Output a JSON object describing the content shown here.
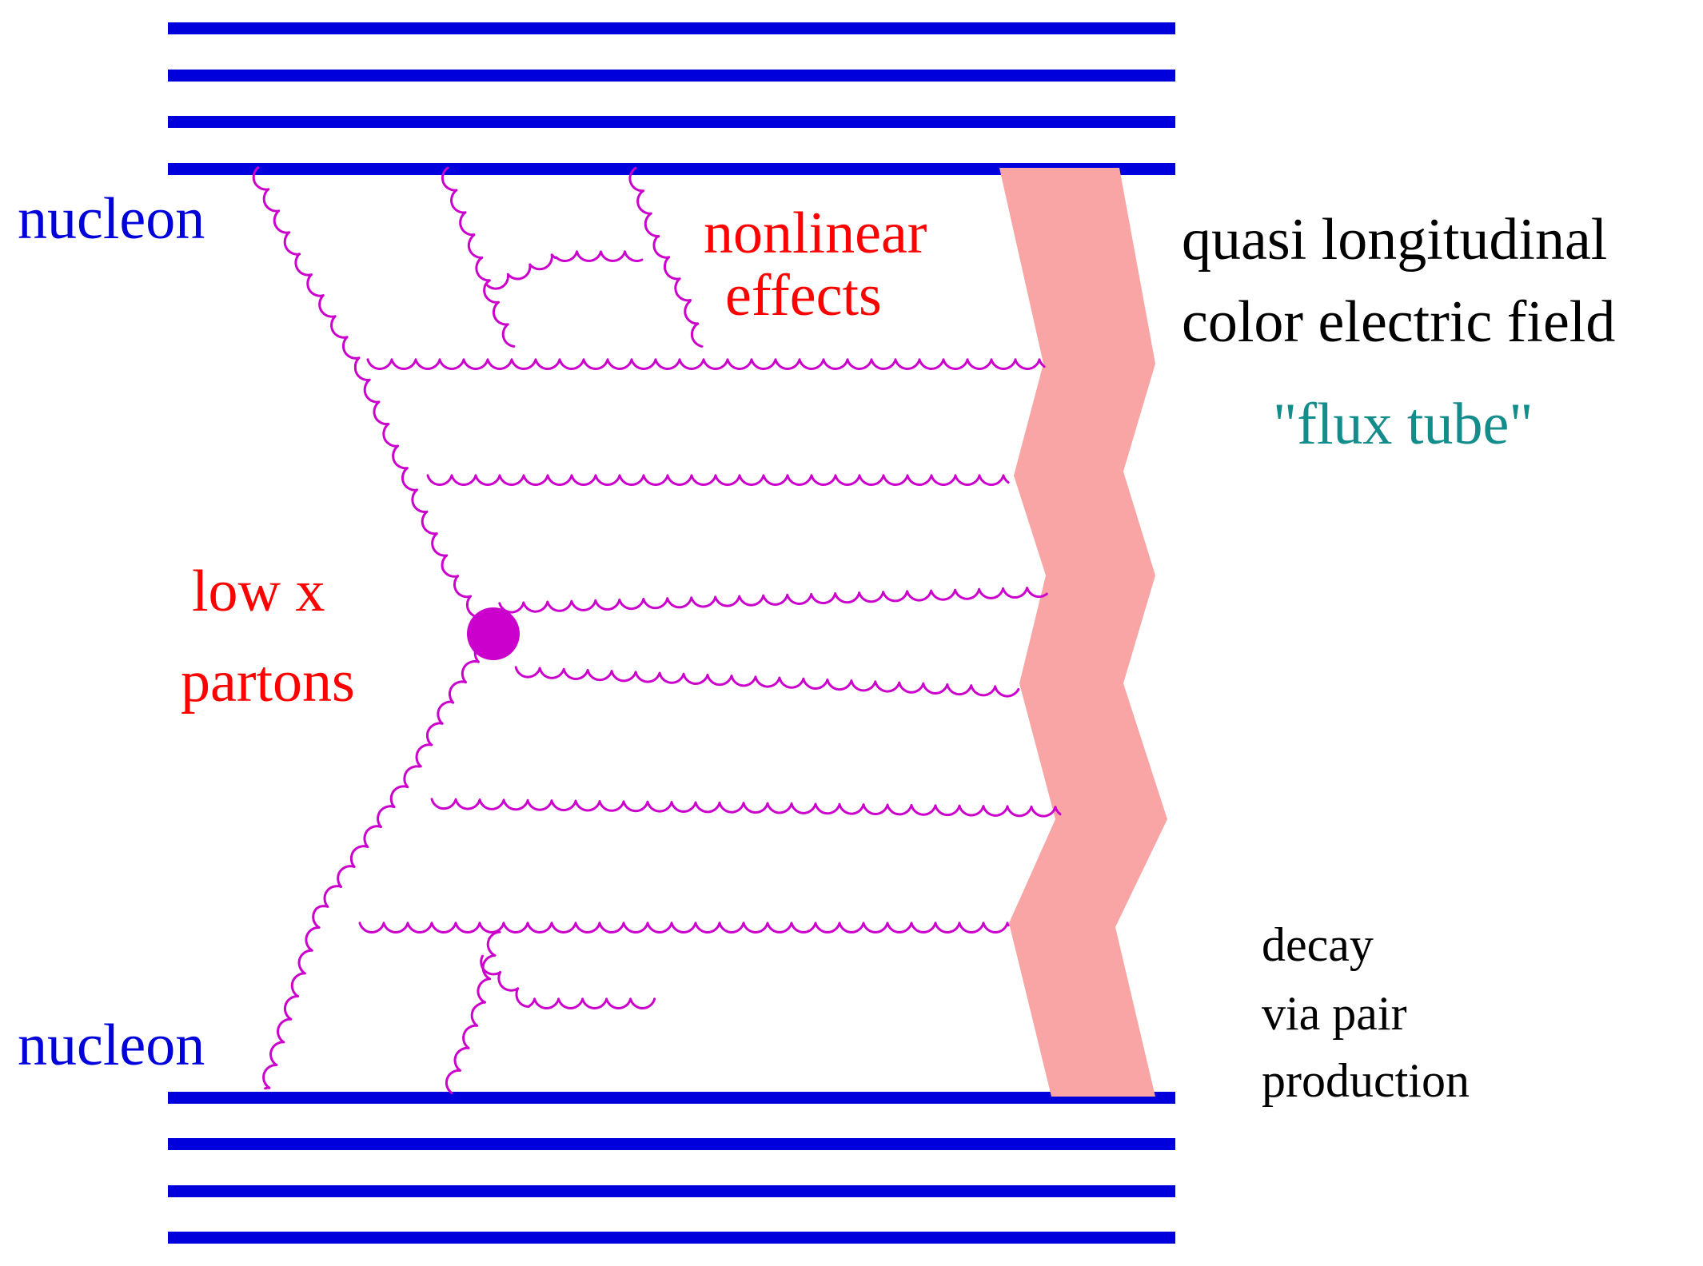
{
  "labels": {
    "nucleon_top": "nucleon",
    "nucleon_bottom": "nucleon",
    "nonlinear_line1": "nonlinear",
    "nonlinear_line2": "effects",
    "field_line1": "quasi longitudinal",
    "field_line2": "color electric field",
    "flux_tube": "\"flux tube\"",
    "lowx_line1": "low x",
    "lowx_line2": "partons",
    "decay_line1": "decay",
    "decay_line2": "via pair",
    "decay_line3": "production"
  },
  "colors": {
    "nucleon": "#0000dd",
    "gluon": "#cc00cc",
    "vertex": "#cc00cc",
    "flux_tube": "#f9a5a5",
    "red_label": "#ff0000",
    "teal_label": "#138c8c",
    "black_label": "#000000"
  }
}
